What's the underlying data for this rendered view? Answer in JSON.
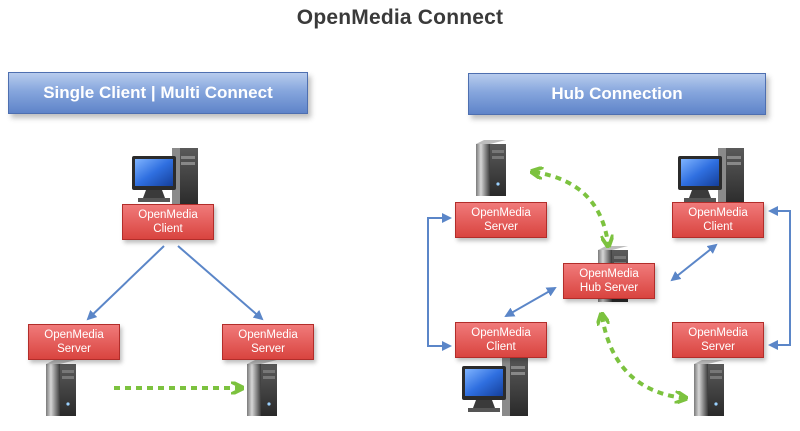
{
  "title": "OpenMedia Connect",
  "left_panel": {
    "banner": "Single Client |  Multi Connect",
    "client": [
      "OpenMedia",
      "Client"
    ],
    "server_left": [
      "OpenMedia",
      "Server"
    ],
    "server_right": [
      "OpenMedia",
      "Server"
    ]
  },
  "right_panel": {
    "banner": "Hub Connection",
    "server_top": [
      "OpenMedia",
      "Server"
    ],
    "client_top": [
      "OpenMedia",
      "Client"
    ],
    "hub": [
      "OpenMedia",
      "Hub Server"
    ],
    "client_bottom": [
      "OpenMedia",
      "Client"
    ],
    "server_bottom": [
      "OpenMedia",
      "Server"
    ]
  },
  "colors": {
    "banner": "#86a6dd",
    "label": "#d9443f",
    "arrow_blue": "#5b86c8",
    "arrow_green": "#7cc23f"
  }
}
